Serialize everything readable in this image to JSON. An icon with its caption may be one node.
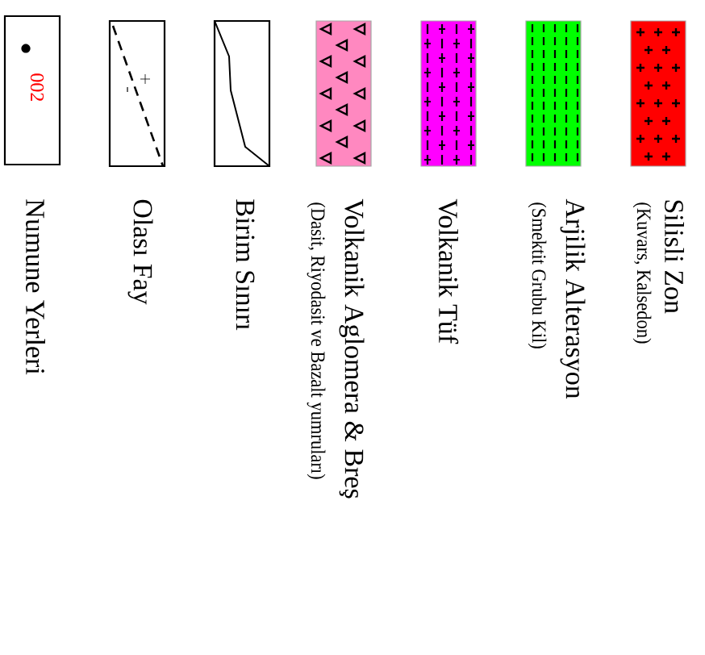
{
  "diagram": {
    "legend": [
      {
        "text": "Silisli Zon",
        "color": "#ff0000"
      },
      {
        "text": "Arjilik Alterasyon",
        "color": "#00ff00"
      },
      {
        "text": "Volkanik Tüf",
        "color": "#ff00ff"
      },
      {
        "text": "Volkanik Aglomera & Breş",
        "color": "#ff88c0"
      },
      {
        "text": "Birim Sınırı"
      },
      {
        "text": "Olası Fay"
      },
      {
        "text": "Numune Yerleri"
      }
    ],
    "labels": [
      "(Kuvars, Kalsedon)",
      "(Smektit Grubu Kil)",
      "(Dasit, Riyodasit ve Bazalt yumruları)",
      "002"
    ]
  }
}
